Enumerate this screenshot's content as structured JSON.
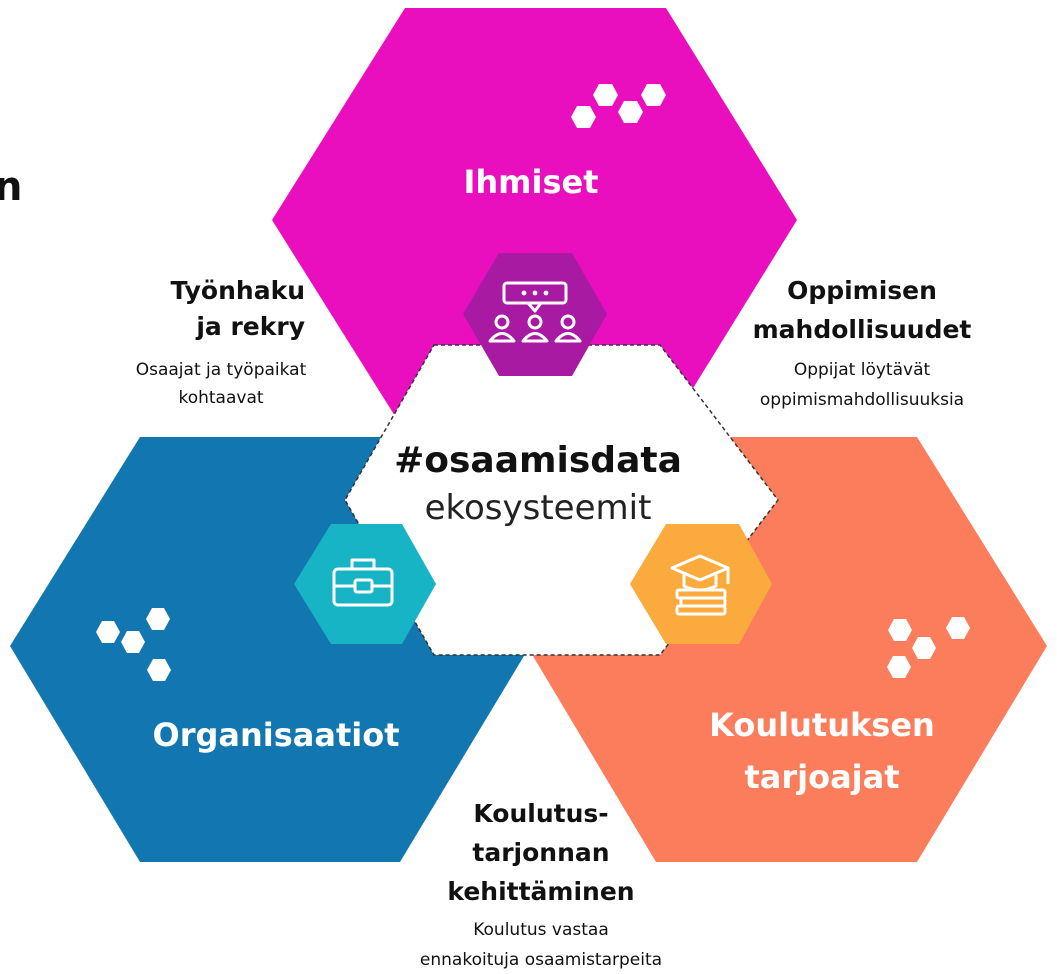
{
  "left_edge_glyph": "n",
  "center": {
    "title": "#osaamisdata",
    "subtitle": "ekosysteemit"
  },
  "hexes": {
    "ihmiset": {
      "label": "Ihmiset",
      "color": "#ea0fbe",
      "icon": "people-chat-icon",
      "icon_color": "#a71aa1"
    },
    "organisaatiot": {
      "label": "Organisaatiot",
      "color": "#1276b0",
      "icon": "briefcase-icon",
      "icon_color": "#17b4c6"
    },
    "koulutuksen": {
      "label_line1": "Koulutuksen",
      "label_line2": "tarjoajat",
      "color": "#fc7d5c",
      "icon": "graduation-books-icon",
      "icon_color": "#fbab3e"
    }
  },
  "labels": {
    "tyonhaku": {
      "heading_line1": "Työnhaku",
      "heading_line2": "ja rekry",
      "desc_line1": "Osaajat ja työpaikat",
      "desc_line2": "kohtaavat"
    },
    "oppimisen": {
      "heading_line1": "Oppimisen",
      "heading_line2": "mahdollisuudet",
      "desc_line1": "Oppijat löytävät",
      "desc_line2": "oppimismahdollisuuksia"
    },
    "koulutustarjonta": {
      "heading_line1": "Koulutus-",
      "heading_line2": "tarjonnan",
      "heading_line3": "kehittäminen",
      "desc_line1": "Koulutus vastaa",
      "desc_line2": "ennakoituja osaamistarpeita"
    }
  }
}
